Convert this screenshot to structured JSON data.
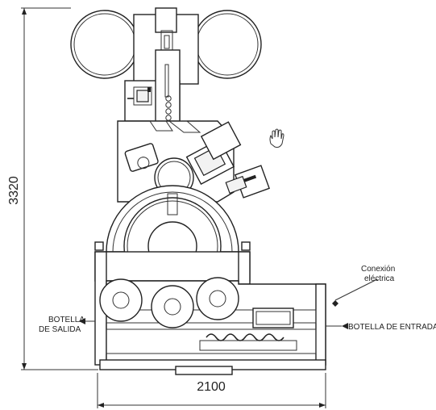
{
  "dimensions": {
    "height": "3320",
    "width": "2100"
  },
  "labels": {
    "electrical_connection_line1": "Conexión",
    "electrical_connection_line2": "eléctrica",
    "output_bottle_line1": "BOTELLA",
    "output_bottle_line2": "DE SALIDA",
    "input_bottle": "BOTELLA DE ENTRADA"
  },
  "icons": {
    "hand": "hand-icon"
  },
  "colors": {
    "line": "#222222",
    "background": "#ffffff"
  }
}
